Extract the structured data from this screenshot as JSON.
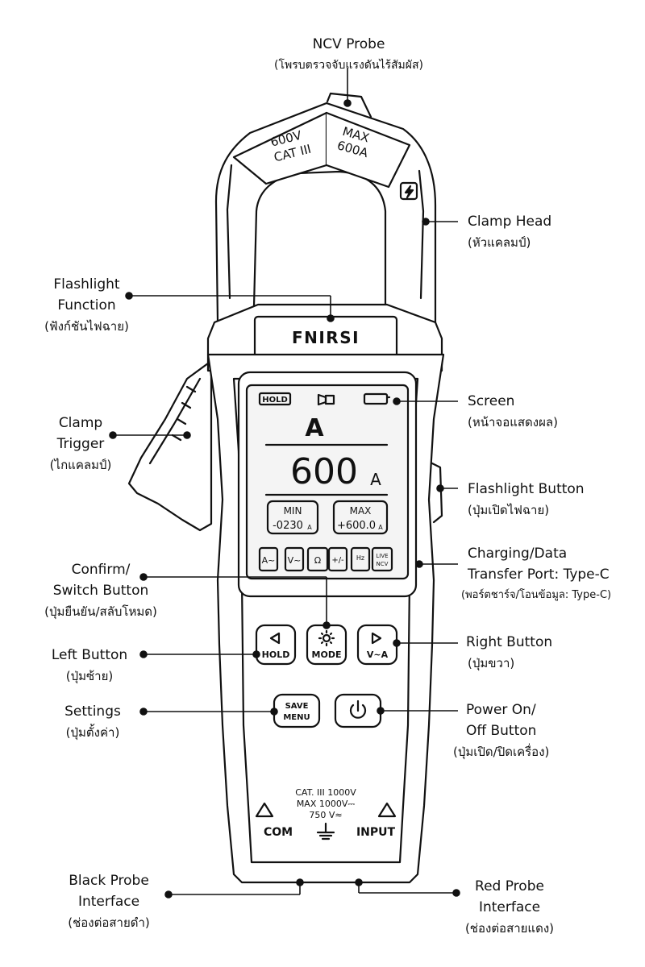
{
  "labels": {
    "ncv_probe": {
      "en": "NCV Probe",
      "th": "(โพรบตรวจจับแรงดันไร้สัมผัส)"
    },
    "clamp_head": {
      "en": "Clamp Head",
      "th": "(หัวแคลมป์)"
    },
    "flashlight_function": {
      "en1": "Flashlight",
      "en2": "Function",
      "th": "(ฟังก์ชันไฟฉาย)"
    },
    "screen": {
      "en": "Screen",
      "th": "(หน้าจอแสดงผล)"
    },
    "clamp_trigger": {
      "en1": "Clamp",
      "en2": "Trigger",
      "th": "(ไกแคลมป์)"
    },
    "flashlight_button": {
      "en": "Flashlight Button",
      "th": "(ปุ่มเปิดไฟฉาย)"
    },
    "charging_port": {
      "en1": "Charging/Data",
      "en2": "Transfer Port: Type-C",
      "th": "(พอร์ตชาร์จ/โอนข้อมูล: Type-C)"
    },
    "confirm_button": {
      "en1": "Confirm/",
      "en2": "Switch Button",
      "th": "(ปุ่มยืนยัน/สลับโหมด)"
    },
    "left_button": {
      "en": "Left Button",
      "th": "(ปุ่มซ้าย)"
    },
    "right_button": {
      "en": "Right Button",
      "th": "(ปุ่มขวา)"
    },
    "settings": {
      "en": "Settings",
      "th": "(ปุ่มตั้งค่า)"
    },
    "power_button": {
      "en1": "Power On/",
      "en2": "Off Button",
      "th": "(ปุ่มเปิด/ปิดเครื่อง)"
    },
    "black_probe": {
      "en1": "Black Probe",
      "en2": "Interface",
      "th": "(ช่องต่อสายดำ)"
    },
    "red_probe": {
      "en1": "Red Probe",
      "en2": "Interface",
      "th": "(ช่องต่อสายแดง)"
    }
  },
  "device": {
    "jaw_left": [
      "600V",
      "CAT III"
    ],
    "jaw_right": [
      "MAX",
      "600A"
    ],
    "brand": "FNIRSI",
    "screen": {
      "hold": "HOLD",
      "mode": "A",
      "reading": "600",
      "unit": "A",
      "min_label": "MIN",
      "min_value": "-0230",
      "min_unit": "A",
      "max_label": "MAX",
      "max_value": "+600.0",
      "max_unit": "A",
      "icons": [
        "A~",
        "V~",
        "Ω",
        "+/-",
        "Hz",
        "LIVE NCV"
      ],
      "live": "LIVE",
      "ncv": "NCV",
      "hz": "Hz"
    },
    "buttons": {
      "left": "HOLD",
      "mode": "MODE",
      "right": "V~A",
      "save": "SAVE",
      "menu": "MENU"
    },
    "rating": [
      "CAT. III 1000V",
      "MAX 1000V⎓",
      "750 V≈"
    ],
    "com": "COM",
    "input": "INPUT"
  },
  "colors": {
    "line": "#111111",
    "body_fill": "#ffffff",
    "screen_fill": "#f4f4f4"
  }
}
